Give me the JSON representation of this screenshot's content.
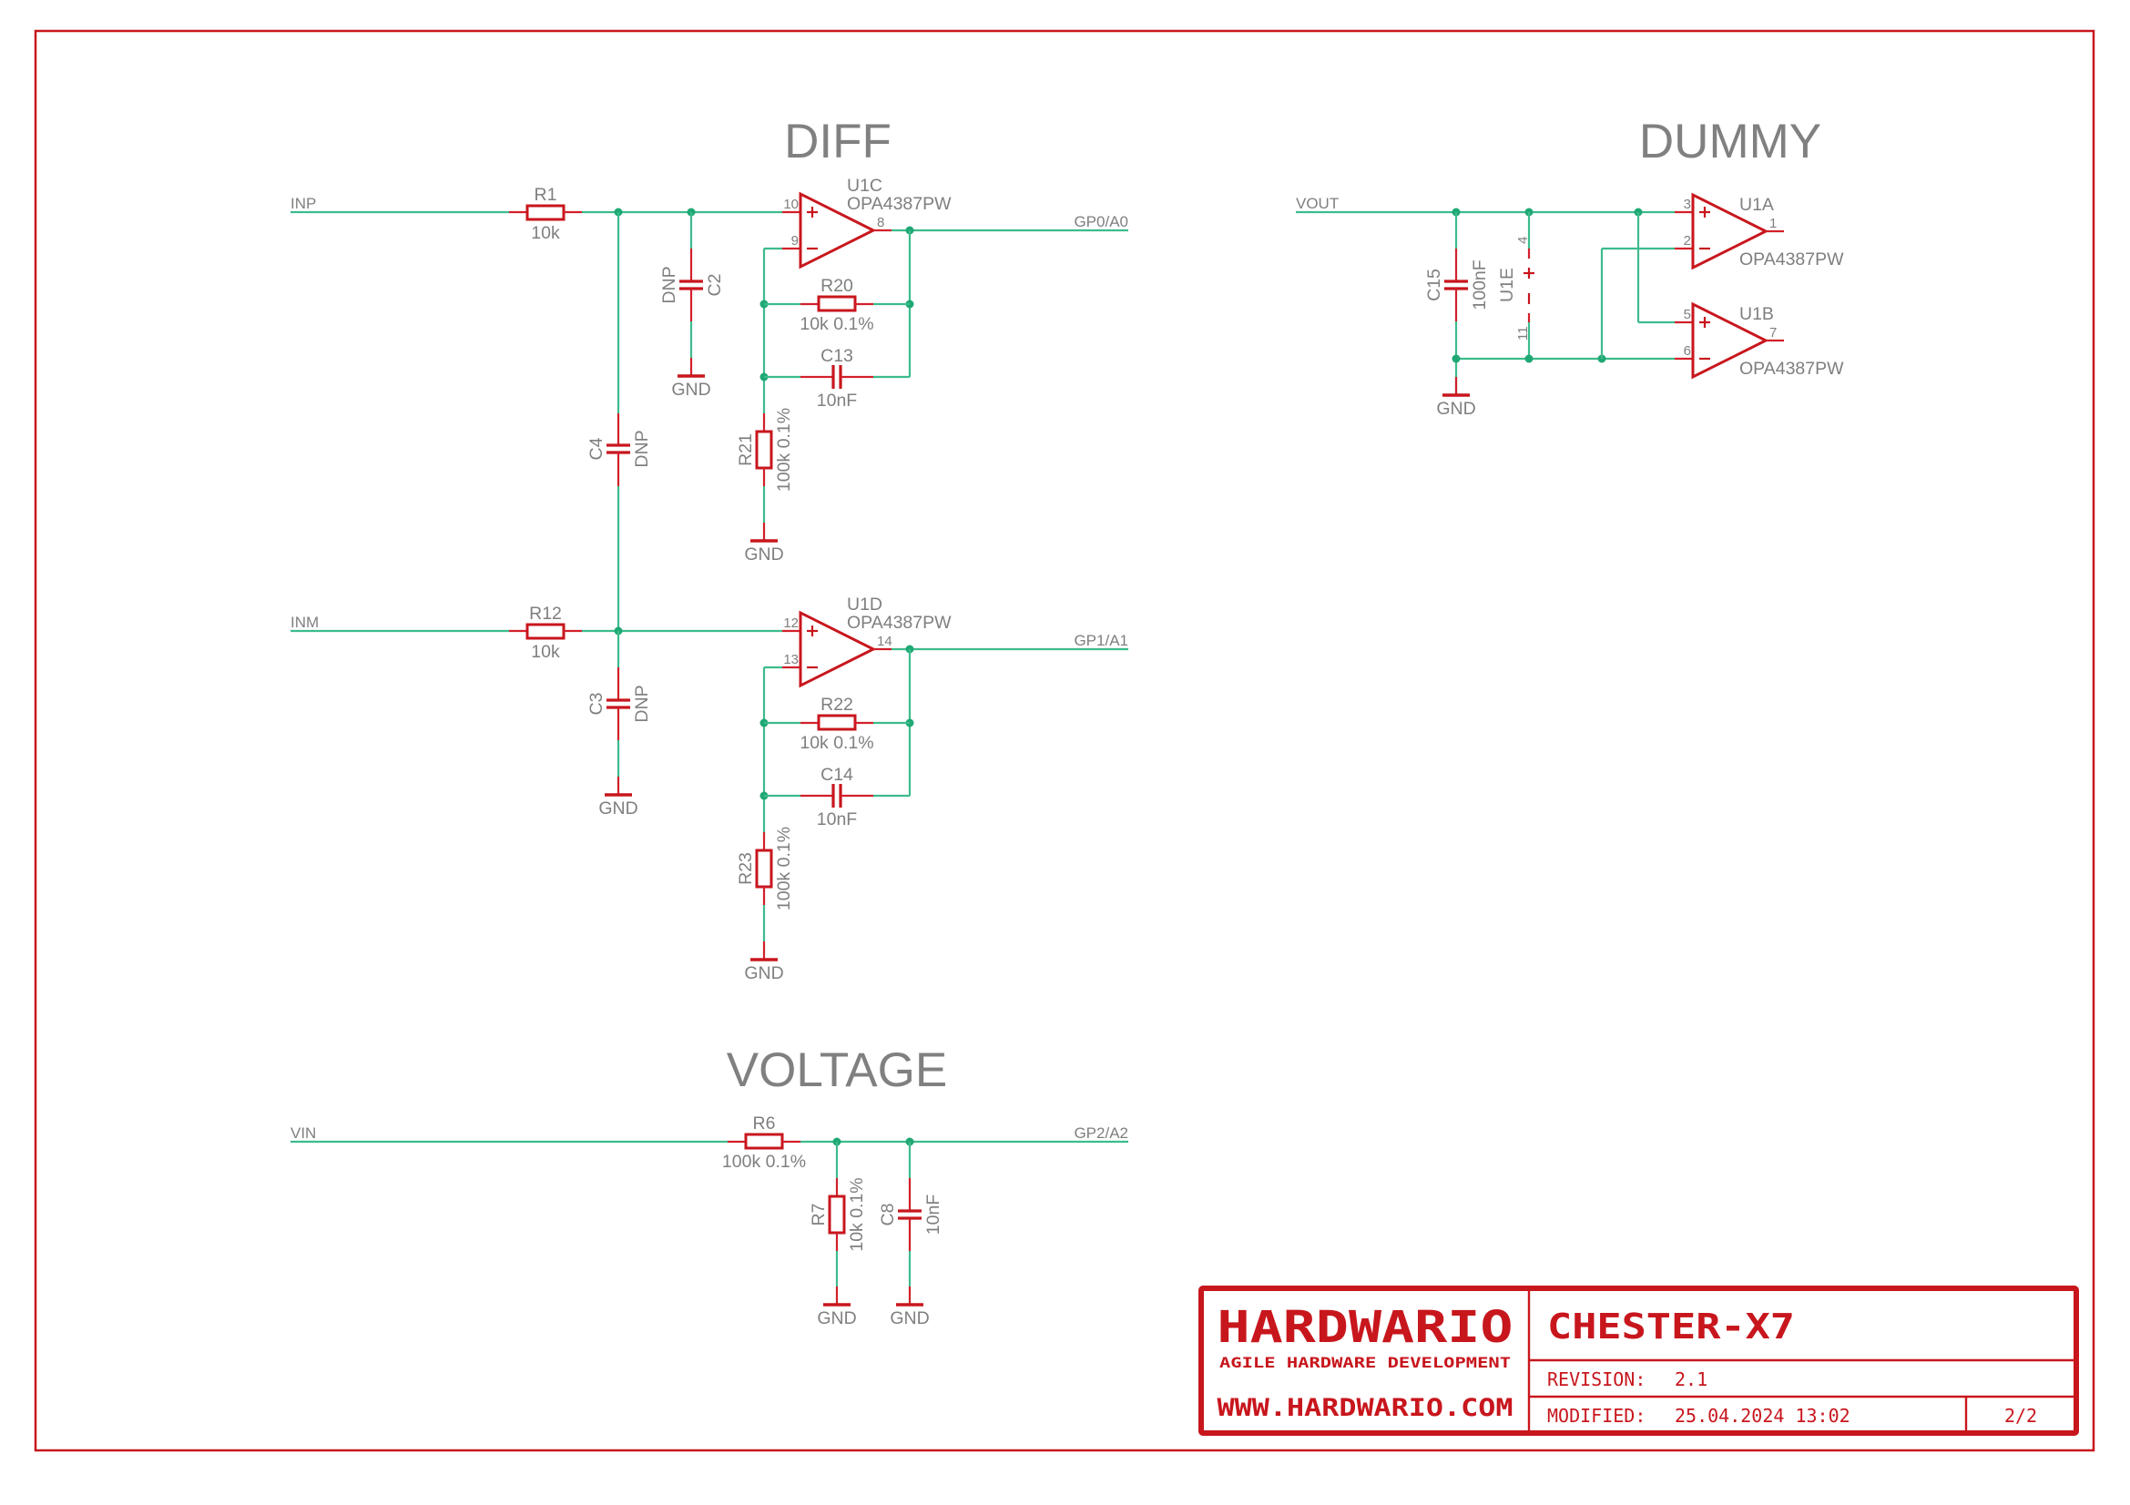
{
  "sheet": {
    "sections": {
      "diff": "DIFF",
      "dummy": "DUMMY",
      "voltage": "VOLTAGE"
    },
    "diff_channels": [
      {
        "input_net": "INP",
        "output_net": "GP0/A0",
        "input_resistor": {
          "ref": "R1",
          "value": "10k"
        },
        "noninv_cap": {
          "ref": "C2",
          "value": "DNP"
        },
        "shared_cap": {
          "ref": "C4",
          "value": "DNP"
        },
        "opamp": {
          "ref": "U1C",
          "part": "OPA4387PW",
          "pin_plus": "10",
          "pin_minus": "9",
          "pin_out": "8"
        },
        "feedback_resistor": {
          "ref": "R20",
          "value": "10k 0.1%"
        },
        "feedback_cap": {
          "ref": "C13",
          "value": "10nF"
        },
        "ground_resistor": {
          "ref": "R21",
          "value": "100k 0.1%"
        },
        "gnd_labels": [
          "GND",
          "GND"
        ]
      },
      {
        "input_net": "INM",
        "output_net": "GP1/A1",
        "input_resistor": {
          "ref": "R12",
          "value": "10k"
        },
        "noninv_cap": {
          "ref": "C3",
          "value": "DNP"
        },
        "opamp": {
          "ref": "U1D",
          "part": "OPA4387PW",
          "pin_plus": "12",
          "pin_minus": "13",
          "pin_out": "14"
        },
        "feedback_resistor": {
          "ref": "R22",
          "value": "10k 0.1%"
        },
        "feedback_cap": {
          "ref": "C14",
          "value": "10nF"
        },
        "ground_resistor": {
          "ref": "R23",
          "value": "100k 0.1%"
        },
        "gnd_labels": [
          "GND",
          "GND"
        ]
      }
    ],
    "dummy": {
      "input_net": "VOUT",
      "decoupling_cap": {
        "ref": "C15",
        "value": "100nF"
      },
      "power_unit": {
        "ref": "U1E",
        "pin_pos": "4",
        "pin_neg": "11",
        "plus": "+",
        "minus": "−"
      },
      "opamps": [
        {
          "ref": "U1A",
          "part": "OPA4387PW",
          "pin_plus": "3",
          "pin_minus": "2",
          "pin_out": "1"
        },
        {
          "ref": "U1B",
          "part": "OPA4387PW",
          "pin_plus": "5",
          "pin_minus": "6",
          "pin_out": "7"
        }
      ],
      "gnd_label": "GND"
    },
    "voltage": {
      "input_net": "VIN",
      "output_net": "GP2/A2",
      "series_resistor": {
        "ref": "R6",
        "value": "100k 0.1%"
      },
      "shunt_resistor": {
        "ref": "R7",
        "value": "10k 0.1%"
      },
      "shunt_cap": {
        "ref": "C8",
        "value": "10nF"
      },
      "gnd_labels": [
        "GND",
        "GND"
      ]
    },
    "opamp_symbols": {
      "plus": "+",
      "minus": "−"
    }
  },
  "title_block": {
    "company": "HARDWARIO",
    "tagline": "AGILE HARDWARE DEVELOPMENT",
    "website": "WWW.HARDWARIO.COM",
    "project": "CHESTER-X7",
    "revision_label": "REVISION:",
    "revision": "2.1",
    "modified_label": "MODIFIED:",
    "modified": "25.04.2024 13:02",
    "page": "2/2"
  },
  "colors": {
    "wire": "#3dbb8c",
    "component": "#c8161d",
    "junction": "#1fa874",
    "label": "#7f7f7f"
  }
}
